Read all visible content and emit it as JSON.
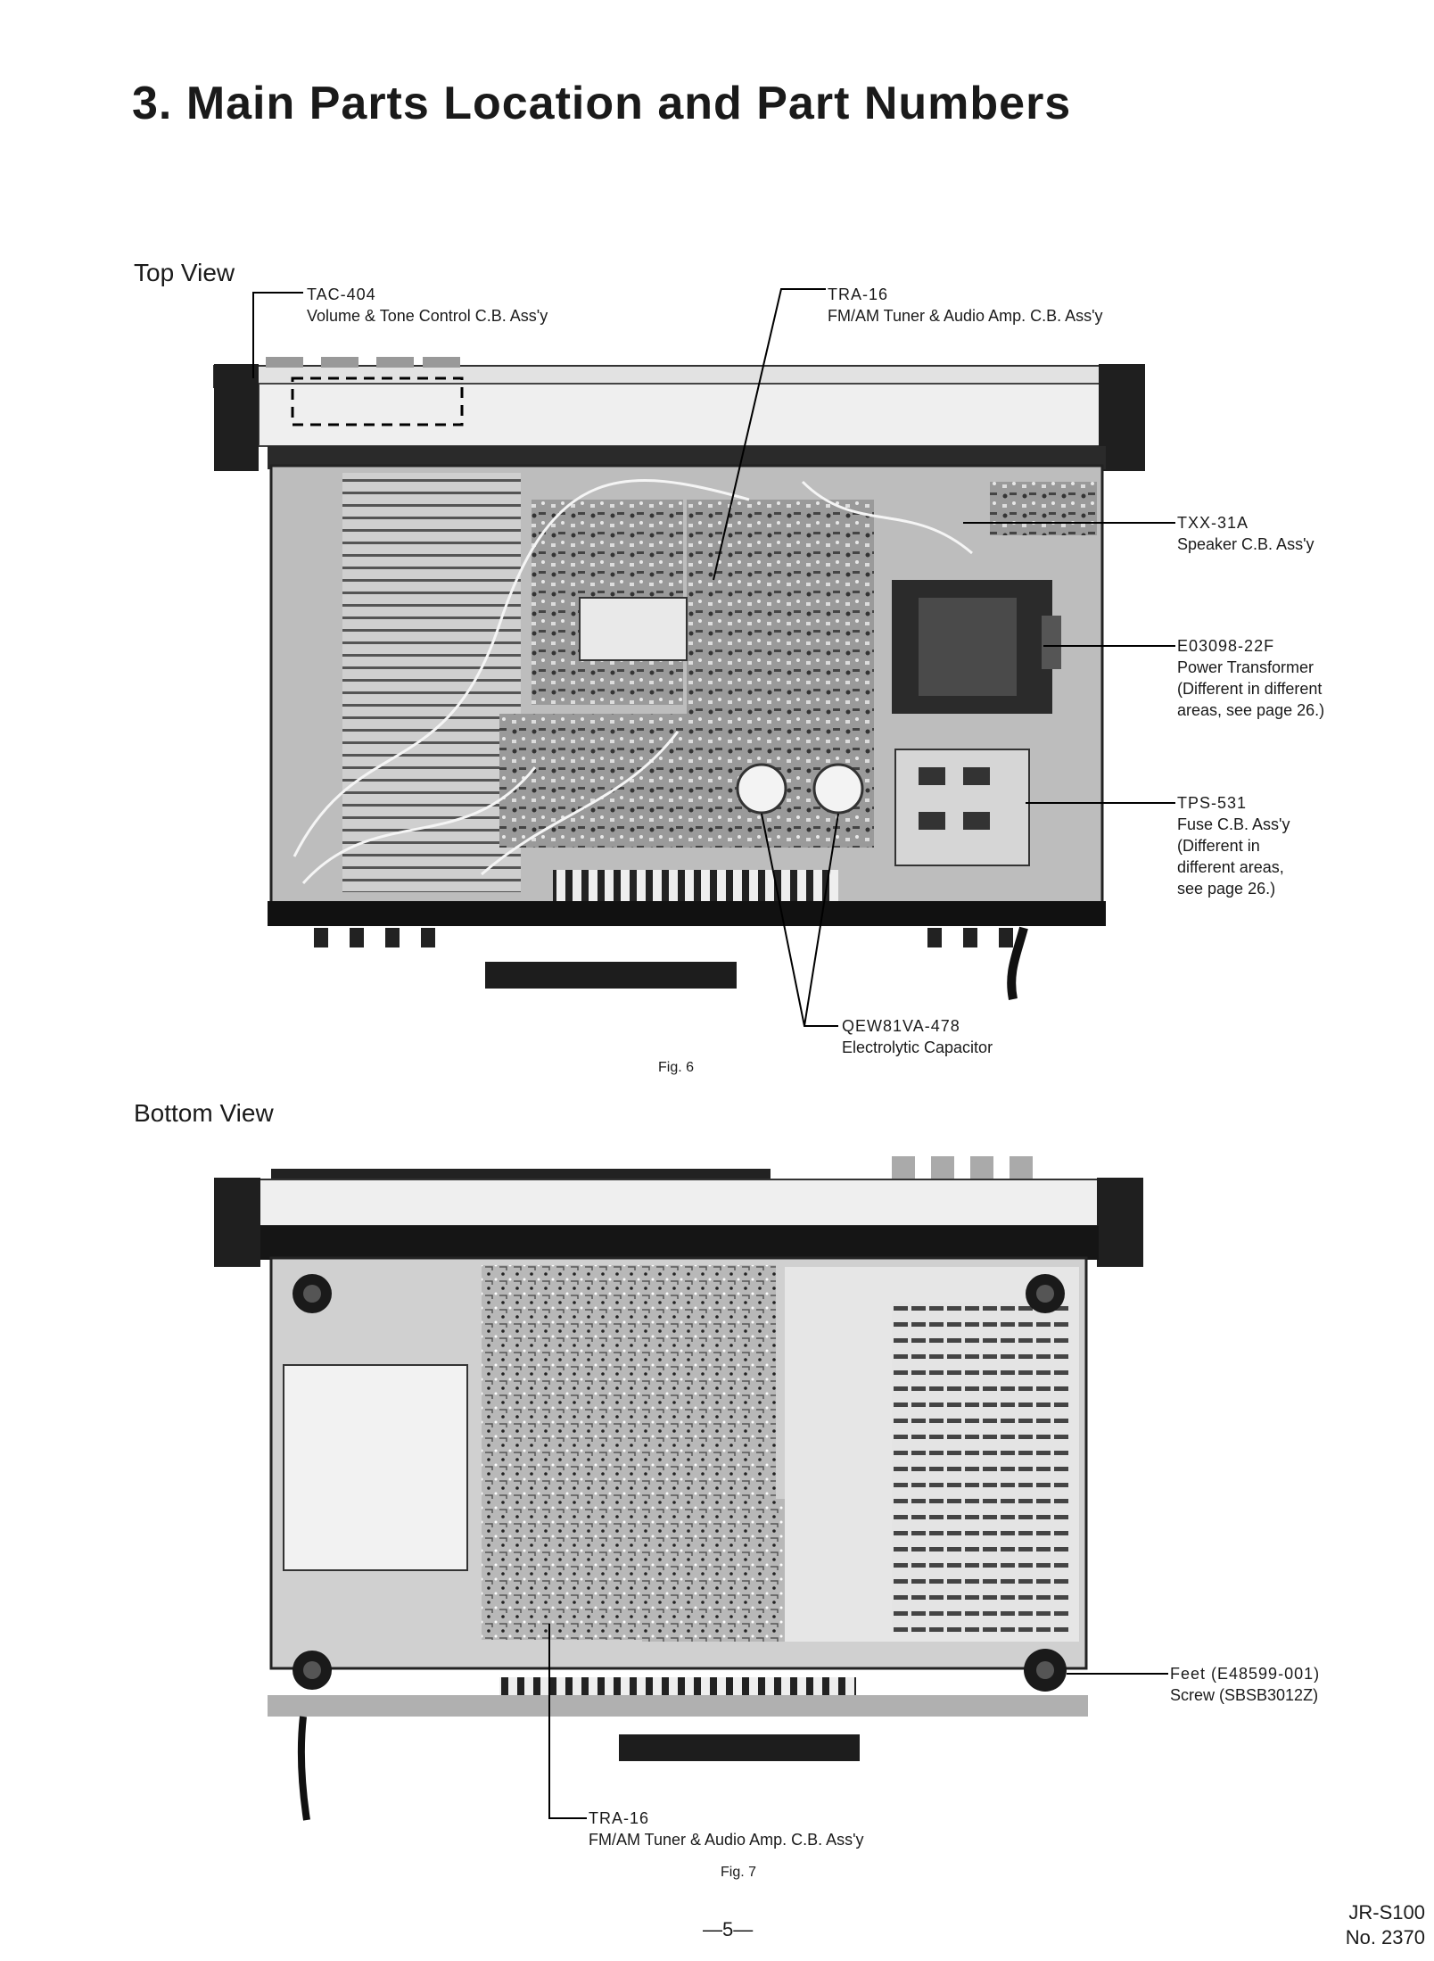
{
  "page": {
    "title": "3. Main Parts Location and Part Numbers",
    "page_number": "—5—",
    "model": "JR-S100",
    "doc_no": "No. 2370"
  },
  "top_view": {
    "heading": "Top View",
    "figure": "Fig. 6",
    "callouts": {
      "tac": {
        "part": "TAC-404",
        "desc": [
          "Volume & Tone Control C.B. Ass'y"
        ]
      },
      "tra": {
        "part": "TRA-16",
        "desc": [
          "FM/AM Tuner & Audio Amp. C.B. Ass'y"
        ]
      },
      "txx": {
        "part": "TXX-31A",
        "desc": [
          "Speaker C.B. Ass'y"
        ]
      },
      "transformer": {
        "part": "E03098-22F",
        "desc": [
          "Power Transformer",
          "(Different in different",
          "areas, see page 26.)"
        ]
      },
      "tps": {
        "part": "TPS-531",
        "desc": [
          "Fuse C.B. Ass'y",
          "(Different in",
          "different areas,",
          "see page 26.)"
        ]
      },
      "capacitor": {
        "part": "QEW81VA-478",
        "desc": [
          "Electrolytic Capacitor"
        ]
      }
    }
  },
  "bottom_view": {
    "heading": "Bottom View",
    "figure": "Fig. 7",
    "callouts": {
      "feet": {
        "part": "Feet (E48599-001)",
        "desc": [
          "Screw (SBSB3012Z)"
        ]
      },
      "tra": {
        "part": "TRA-16",
        "desc": [
          "FM/AM Tuner & Audio Amp. C.B. Ass'y"
        ]
      }
    }
  }
}
